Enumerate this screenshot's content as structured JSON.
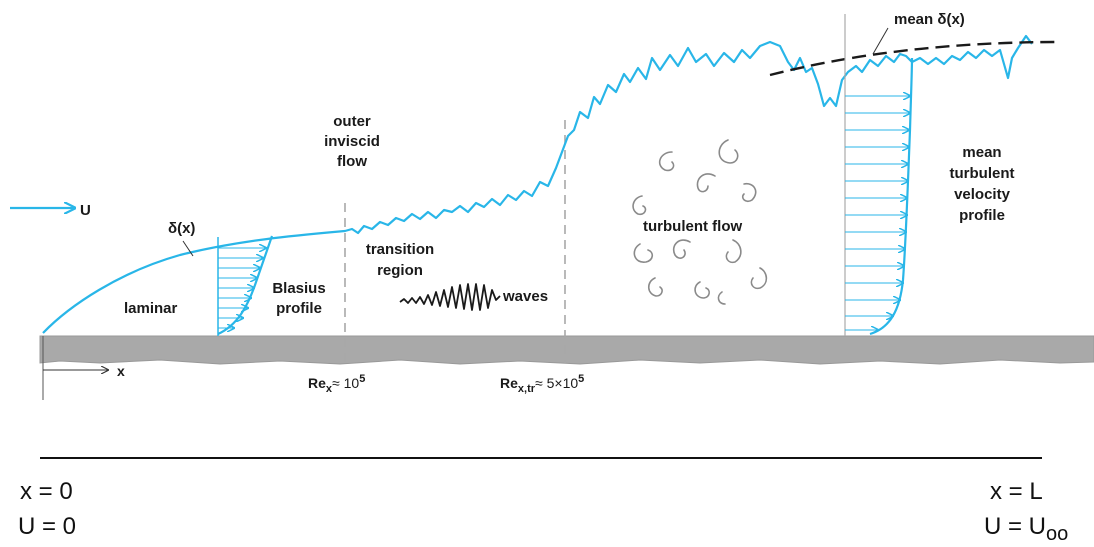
{
  "colors": {
    "flow": "#29b6e8",
    "wall": "#a9a9a9",
    "text": "#1a1a1a",
    "dashed_line": "#a8a8a8",
    "eddy": "#8a8a8a"
  },
  "labels": {
    "freestream": "U",
    "delta": "δ(x)",
    "mean_delta": "mean δ(x)",
    "outer_line1": "outer",
    "outer_line2": "inviscid",
    "outer_line3": "flow",
    "transition_line1": "transition",
    "transition_line2": "region",
    "waves": "waves",
    "turbulent_flow": "turbulent flow",
    "mean_line1": "mean",
    "mean_line2": "turbulent",
    "mean_line3": "velocity",
    "mean_line4": "profile",
    "laminar": "laminar",
    "blasius_line1": "Blasius",
    "blasius_line2": "profile",
    "x_axis": "x",
    "re_crit_base": "Re",
    "re_crit_sub": "x",
    "re_crit_mid": "≈ 10",
    "re_crit_exp": "5",
    "re_tr_base": "Re",
    "re_tr_sub": "x,tr",
    "re_tr_mid": "≈  5×10",
    "re_tr_exp": "5"
  },
  "bottom": {
    "left_x": "x = 0",
    "left_u": "U = 0",
    "right_x": "x = L",
    "right_u_base": "U = U",
    "right_u_sub": "oo"
  }
}
